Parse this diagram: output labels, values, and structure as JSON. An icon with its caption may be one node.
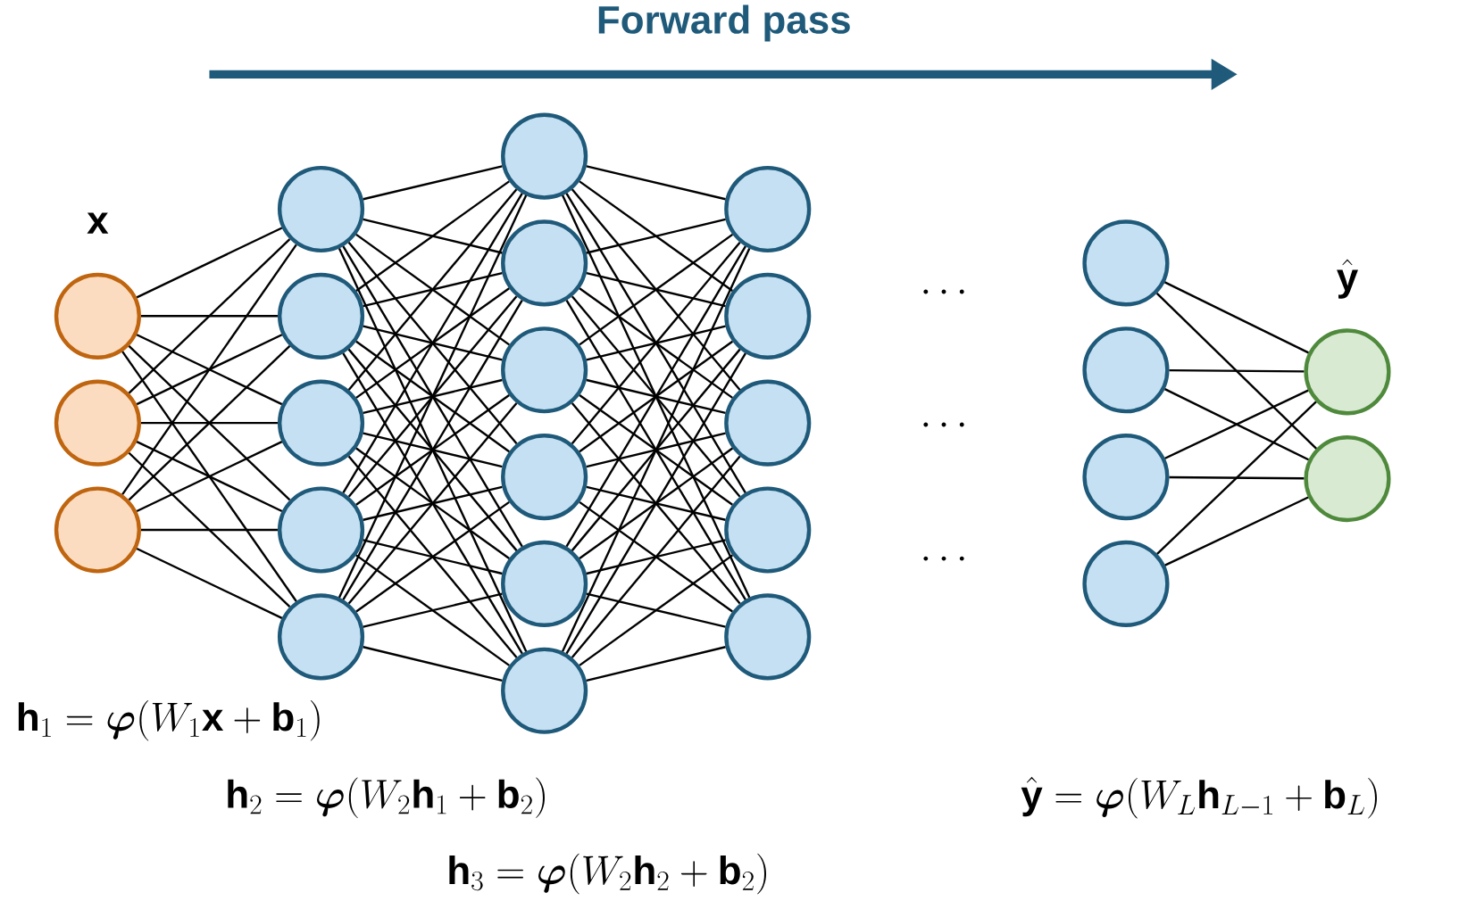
{
  "diagram": {
    "title": "Forward pass",
    "nodes": [
      {
        "text": [],
        "shape": "circle"
      },
      {
        "text": [],
        "shape": "circle"
      },
      {
        "text": [],
        "shape": "circle"
      },
      {
        "text": [],
        "shape": "circle"
      },
      {
        "text": [],
        "shape": "circle"
      },
      {
        "text": [],
        "shape": "circle"
      },
      {
        "text": [],
        "shape": "circle"
      },
      {
        "text": [],
        "shape": "circle"
      },
      {
        "text": [],
        "shape": "circle"
      },
      {
        "text": [],
        "shape": "circle"
      },
      {
        "text": [],
        "shape": "circle"
      },
      {
        "text": [],
        "shape": "circle"
      },
      {
        "text": [],
        "shape": "circle"
      },
      {
        "text": [],
        "shape": "circle"
      },
      {
        "text": [],
        "shape": "circle"
      },
      {
        "text": [],
        "shape": "circle"
      },
      {
        "text": [],
        "shape": "circle"
      },
      {
        "text": [],
        "shape": "circle"
      },
      {
        "text": [],
        "shape": "circle"
      },
      {
        "text": [],
        "shape": "circle"
      },
      {
        "text": [],
        "shape": "circle"
      },
      {
        "text": [],
        "shape": "circle"
      },
      {
        "text": [],
        "shape": "circle"
      },
      {
        "text": [],
        "shape": "circle"
      },
      {
        "text": [],
        "shape": "circle"
      }
    ],
    "edges": [
      {
        "from": 0,
        "to": 3,
        "arrow": "none"
      },
      {
        "from": 0,
        "to": 4,
        "arrow": "none"
      },
      {
        "from": 0,
        "to": 5,
        "arrow": "none"
      },
      {
        "from": 0,
        "to": 6,
        "arrow": "none"
      },
      {
        "from": 0,
        "to": 7,
        "arrow": "none"
      },
      {
        "from": 1,
        "to": 3,
        "arrow": "none"
      },
      {
        "from": 1,
        "to": 4,
        "arrow": "none"
      },
      {
        "from": 1,
        "to": 5,
        "arrow": "none"
      },
      {
        "from": 1,
        "to": 6,
        "arrow": "none"
      },
      {
        "from": 1,
        "to": 7,
        "arrow": "none"
      },
      {
        "from": 2,
        "to": 3,
        "arrow": "none"
      },
      {
        "from": 2,
        "to": 4,
        "arrow": "none"
      },
      {
        "from": 2,
        "to": 5,
        "arrow": "none"
      },
      {
        "from": 2,
        "to": 6,
        "arrow": "none"
      },
      {
        "from": 2,
        "to": 7,
        "arrow": "none"
      },
      {
        "from": 3,
        "to": 8,
        "arrow": "none"
      },
      {
        "from": 3,
        "to": 9,
        "arrow": "none"
      },
      {
        "from": 3,
        "to": 10,
        "arrow": "none"
      },
      {
        "from": 3,
        "to": 11,
        "arrow": "none"
      },
      {
        "from": 3,
        "to": 12,
        "arrow": "none"
      },
      {
        "from": 3,
        "to": 13,
        "arrow": "none"
      },
      {
        "from": 4,
        "to": 8,
        "arrow": "none"
      },
      {
        "from": 4,
        "to": 9,
        "arrow": "none"
      },
      {
        "from": 4,
        "to": 10,
        "arrow": "none"
      },
      {
        "from": 4,
        "to": 11,
        "arrow": "none"
      },
      {
        "from": 4,
        "to": 12,
        "arrow": "none"
      },
      {
        "from": 4,
        "to": 13,
        "arrow": "none"
      },
      {
        "from": 5,
        "to": 8,
        "arrow": "none"
      },
      {
        "from": 5,
        "to": 9,
        "arrow": "none"
      },
      {
        "from": 5,
        "to": 10,
        "arrow": "none"
      },
      {
        "from": 5,
        "to": 11,
        "arrow": "none"
      },
      {
        "from": 5,
        "to": 12,
        "arrow": "none"
      },
      {
        "from": 5,
        "to": 13,
        "arrow": "none"
      },
      {
        "from": 6,
        "to": 8,
        "arrow": "none"
      },
      {
        "from": 6,
        "to": 9,
        "arrow": "none"
      },
      {
        "from": 6,
        "to": 10,
        "arrow": "none"
      },
      {
        "from": 6,
        "to": 11,
        "arrow": "none"
      },
      {
        "from": 6,
        "to": 12,
        "arrow": "none"
      },
      {
        "from": 6,
        "to": 13,
        "arrow": "none"
      },
      {
        "from": 7,
        "to": 8,
        "arrow": "none"
      },
      {
        "from": 7,
        "to": 9,
        "arrow": "none"
      },
      {
        "from": 7,
        "to": 10,
        "arrow": "none"
      },
      {
        "from": 7,
        "to": 11,
        "arrow": "none"
      },
      {
        "from": 7,
        "to": 12,
        "arrow": "none"
      },
      {
        "from": 7,
        "to": 13,
        "arrow": "none"
      },
      {
        "from": 8,
        "to": 14,
        "arrow": "none"
      },
      {
        "from": 8,
        "to": 15,
        "arrow": "none"
      },
      {
        "from": 8,
        "to": 16,
        "arrow": "none"
      },
      {
        "from": 8,
        "to": 17,
        "arrow": "none"
      },
      {
        "from": 8,
        "to": 18,
        "arrow": "none"
      },
      {
        "from": 9,
        "to": 14,
        "arrow": "none"
      },
      {
        "from": 9,
        "to": 15,
        "arrow": "none"
      },
      {
        "from": 9,
        "to": 16,
        "arrow": "none"
      },
      {
        "from": 9,
        "to": 17,
        "arrow": "none"
      },
      {
        "from": 9,
        "to": 18,
        "arrow": "none"
      },
      {
        "from": 10,
        "to": 14,
        "arrow": "none"
      },
      {
        "from": 10,
        "to": 15,
        "arrow": "none"
      },
      {
        "from": 10,
        "to": 16,
        "arrow": "none"
      },
      {
        "from": 10,
        "to": 17,
        "arrow": "none"
      },
      {
        "from": 10,
        "to": 18,
        "arrow": "none"
      },
      {
        "from": 11,
        "to": 14,
        "arrow": "none"
      },
      {
        "from": 11,
        "to": 15,
        "arrow": "none"
      },
      {
        "from": 11,
        "to": 16,
        "arrow": "none"
      },
      {
        "from": 11,
        "to": 17,
        "arrow": "none"
      },
      {
        "from": 11,
        "to": 18,
        "arrow": "none"
      },
      {
        "from": 12,
        "to": 14,
        "arrow": "none"
      },
      {
        "from": 12,
        "to": 15,
        "arrow": "none"
      },
      {
        "from": 12,
        "to": 16,
        "arrow": "none"
      },
      {
        "from": 12,
        "to": 17,
        "arrow": "none"
      },
      {
        "from": 12,
        "to": 18,
        "arrow": "none"
      },
      {
        "from": 13,
        "to": 14,
        "arrow": "none"
      },
      {
        "from": 13,
        "to": 15,
        "arrow": "none"
      },
      {
        "from": 13,
        "to": 16,
        "arrow": "none"
      },
      {
        "from": 13,
        "to": 17,
        "arrow": "none"
      },
      {
        "from": 13,
        "to": 18,
        "arrow": "none"
      },
      {
        "from": 19,
        "to": 23,
        "arrow": "none"
      },
      {
        "from": 19,
        "to": 24,
        "arrow": "none"
      },
      {
        "from": 20,
        "to": 23,
        "arrow": "none"
      },
      {
        "from": 20,
        "to": 24,
        "arrow": "none"
      },
      {
        "from": 21,
        "to": 23,
        "arrow": "none"
      },
      {
        "from": 21,
        "to": 24,
        "arrow": "none"
      },
      {
        "from": 22,
        "to": 23,
        "arrow": "none"
      },
      {
        "from": 22,
        "to": 24,
        "arrow": "none"
      }
    ],
    "labels": [
      "\\mathbf{x}",
      "\\hat{\\mathbf{y}}",
      "\\cdots",
      "\\cdots",
      "\\cdots",
      "\\mathbf{h}_1=\\boldsymbol{\\varphi}(W_1\\mathbf{x}+\\mathbf{b}_1)",
      "\\mathbf{h}_2=\\boldsymbol{\\varphi}(W_2\\mathbf{h}_1+\\mathbf{b}_2)",
      "\\mathbf{h}_3=\\boldsymbol{\\varphi}(W_2\\mathbf{h}_2+\\mathbf{b}_2)",
      "\\hat{\\mathbf{y}}=\\boldsymbol{\\varphi}(W_L\\mathbf{h}_{L-1}+\\mathbf{b}_L)"
    ]
  }
}
